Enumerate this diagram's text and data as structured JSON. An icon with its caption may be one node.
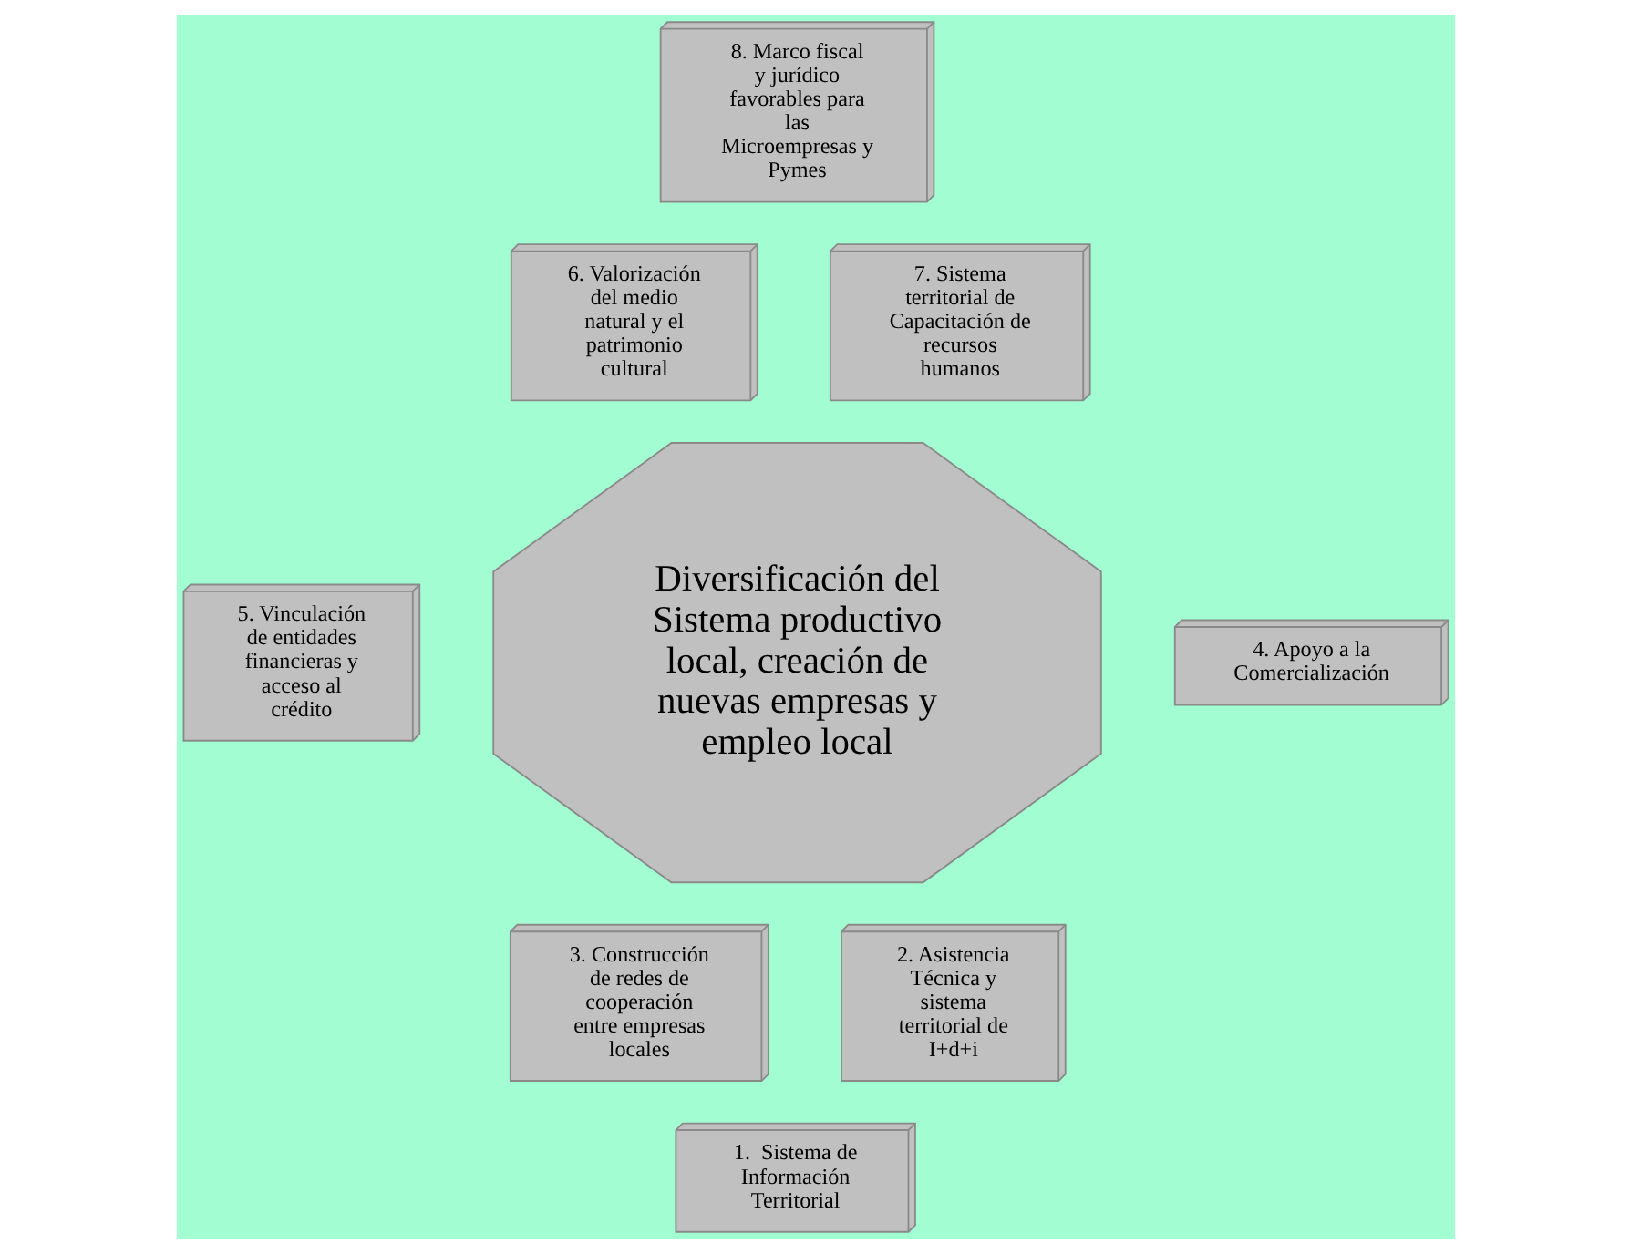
{
  "diagram": {
    "nodes": [
      {
        "text": [
          "8. Marco fiscal y jurídico favorables para las Microempresas y Pymes"
        ]
      },
      {
        "text": [
          "6. Valorización del medio natural y el patrimonio cultural"
        ]
      },
      {
        "text": [
          "7. Sistema territorial de Capacitación de recursos humanos"
        ]
      },
      {
        "text": [
          "Diversificación del Sistema productivo local, creación de nuevas empresas y empleo local"
        ]
      },
      {
        "text": [
          "5. Vinculación de entidades financieras y acceso al crédito"
        ]
      },
      {
        "text": [
          "4. Apoyo a la Comercialización"
        ]
      },
      {
        "text": [
          "3. Construcción de redes de cooperación entre empresas locales"
        ]
      },
      {
        "text": [
          "2. Asistencia Técnica y sistema territorial de I+d+i"
        ]
      },
      {
        "text": [
          "1.  Sistema de Información Territorial"
        ]
      }
    ],
    "edges": []
  }
}
